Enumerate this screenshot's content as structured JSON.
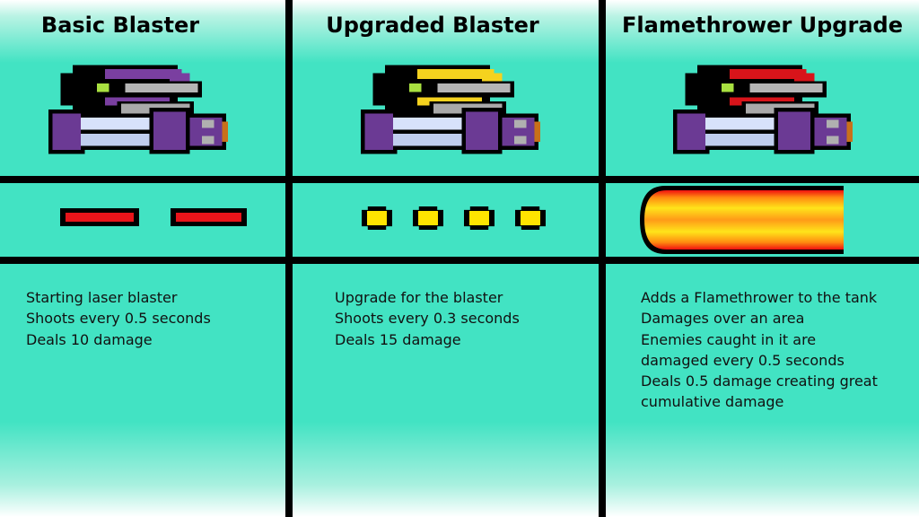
{
  "columns": [
    {
      "title": "Basic Blaster",
      "accent": "#7a3fa0",
      "projectile": "laser",
      "lines": [
        "Starting laser blaster",
        "Shoots every 0.5 seconds",
        "Deals 10 damage"
      ]
    },
    {
      "title": "Upgraded Blaster",
      "accent": "#f5d21e",
      "projectile": "bullets",
      "lines": [
        "Upgrade for the blaster",
        "Shoots every 0.3 seconds",
        "Deals 15 damage"
      ]
    },
    {
      "title": "Flamethrower Upgrade",
      "accent": "#d8141a",
      "projectile": "flame",
      "lines": [
        "Adds a Flamethrower to the tank",
        "Damages over an area",
        "Enemies caught in it are",
        "damaged every 0.5 seconds",
        "Deals 0.5 damage creating great",
        "cumulative damage"
      ]
    }
  ]
}
